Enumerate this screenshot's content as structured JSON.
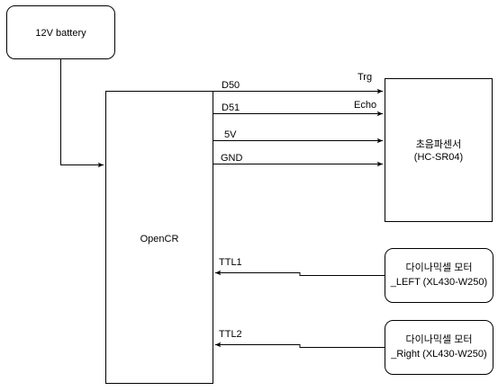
{
  "blocks": {
    "battery": {
      "label": "12V battery"
    },
    "controller": {
      "label": "OpenCR"
    },
    "ultrasonic": {
      "label_line1": "초음파센서",
      "label_line2": "(HC-SR04)"
    },
    "motor_left": {
      "label_line1": "다이나믹셀 모터",
      "label_line2": "_LEFT (XL430-W250)"
    },
    "motor_right": {
      "label_line1": "다이나믹셀 모터",
      "label_line2": "_Right (XL430-W250)"
    }
  },
  "connections": {
    "d50": {
      "pin": "D50",
      "target_label": "Trg"
    },
    "d51": {
      "pin": "D51",
      "target_label": "Echo"
    },
    "v5": {
      "pin": "5V"
    },
    "gnd": {
      "pin": "GND"
    },
    "ttl1": {
      "pin": "TTL1"
    },
    "ttl2": {
      "pin": "TTL2"
    }
  }
}
